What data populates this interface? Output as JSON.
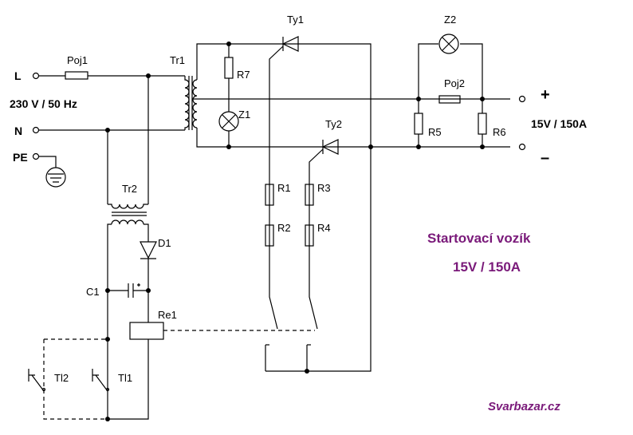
{
  "terminals": {
    "l": "L",
    "n": "N",
    "pe": "PE",
    "mains": "230 V / 50 Hz",
    "plus": "+",
    "minus": "–",
    "output": "15V / 150A"
  },
  "components": {
    "poj1": "Poj1",
    "poj2": "Poj2",
    "tr1": "Tr1",
    "tr2": "Tr2",
    "ty1": "Ty1",
    "ty2": "Ty2",
    "z1": "Z1",
    "z2": "Z2",
    "r1": "R1",
    "r2": "R2",
    "r3": "R3",
    "r4": "R4",
    "r5": "R5",
    "r6": "R6",
    "r7": "R7",
    "d1": "D1",
    "c1": "C1",
    "re1": "Re1",
    "tl1": "Tl1",
    "tl2": "Tl2"
  },
  "title": {
    "line1": "Startovací vozík",
    "line2": "15V / 150A"
  },
  "brand": "Svarbazar.cz",
  "colors": {
    "wire": "#000000",
    "title": "#7a1a7a",
    "background": "#ffffff"
  }
}
